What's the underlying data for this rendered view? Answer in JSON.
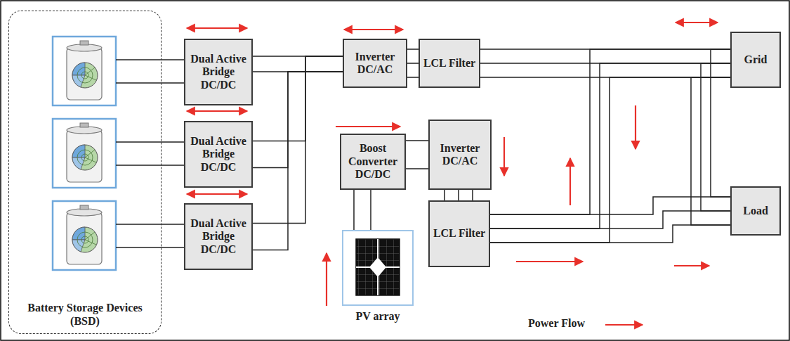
{
  "diagram": {
    "nodes": [
      {
        "text": [
          "Battery Storage Devices (BSD)"
        ]
      },
      {
        "text": [
          "Dual Active Bridge DC/DC"
        ]
      },
      {
        "text": [
          "Dual Active Bridge DC/DC"
        ]
      },
      {
        "text": [
          "Dual Active Bridge DC/DC"
        ]
      },
      {
        "text": [
          "Inverter DC/AC"
        ]
      },
      {
        "text": [
          "LCL Filter"
        ]
      },
      {
        "text": [
          "Boost Converter DC/DC"
        ]
      },
      {
        "text": [
          "Inverter DC/AC"
        ]
      },
      {
        "text": [
          "LCL Filter"
        ]
      },
      {
        "text": [
          "Grid"
        ]
      },
      {
        "text": [
          "Load"
        ]
      },
      {
        "text": [
          "PV array"
        ]
      }
    ],
    "edges": [
      {
        "from": 1,
        "to": 4,
        "arrow": "none"
      },
      {
        "from": 2,
        "to": 4,
        "arrow": "none"
      },
      {
        "from": 3,
        "to": 4,
        "arrow": "none"
      },
      {
        "from": 4,
        "to": 5,
        "arrow": "none"
      },
      {
        "from": 5,
        "to": 9,
        "arrow": "none"
      },
      {
        "from": 11,
        "to": 6,
        "arrow": "none"
      },
      {
        "from": 6,
        "to": 7,
        "arrow": "none"
      },
      {
        "from": 7,
        "to": 8,
        "arrow": "none"
      },
      {
        "from": 8,
        "to": 9,
        "arrow": "none"
      },
      {
        "from": 8,
        "to": 10,
        "arrow": "none"
      },
      {
        "from": 9,
        "to": 10,
        "arrow": "none"
      }
    ],
    "legend": [
      {
        "text": "Power Flow"
      }
    ]
  }
}
